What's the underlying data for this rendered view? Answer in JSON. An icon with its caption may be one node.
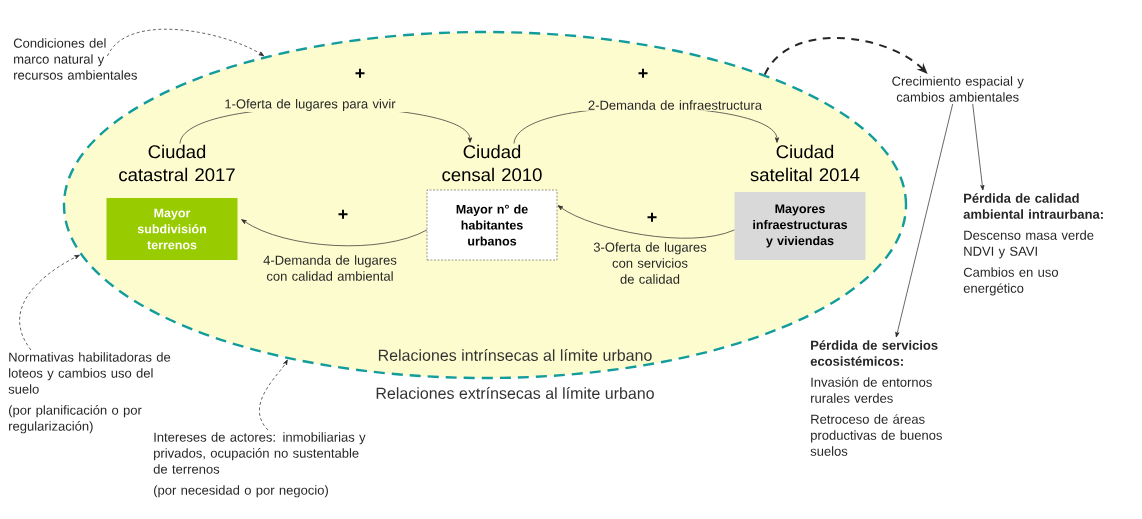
{
  "diagram": {
    "nodes": [
      {
        "text": [
          "Relaciones intrínsecas al límite urbano"
        ]
      },
      {
        "text": [
          "Ciudad catastral 2017"
        ],
        "in": 0
      },
      {
        "text": [
          "Ciudad censal 2010"
        ],
        "in": 0
      },
      {
        "text": [
          "Ciudad satelital 2014"
        ],
        "in": 0
      },
      {
        "text": [
          "Mayor subdivisión terrenos"
        ],
        "in": 0
      },
      {
        "text": [
          "Mayor n° de habitantes urbanos"
        ],
        "in": 0
      },
      {
        "text": [
          "Mayores infraestructuras y viviendas"
        ],
        "in": 0
      },
      {
        "text": [
          "Condiciones del marco natural y recursos ambientales"
        ]
      },
      {
        "text": [
          "Crecimiento espacial y cambios ambientales"
        ]
      },
      {
        "text": [
          "Pérdida de calidad ambiental intraurbana:",
          "Descenso masa verde NDVI y SAVI",
          "Cambios en uso energético"
        ]
      },
      {
        "text": [
          "Normativas habilitadoras de loteos y cambios uso del suelo",
          "(por planificación o por regularización)"
        ]
      },
      {
        "text": [
          "Intereses de actores: inmobiliarias y privados, ocupación no sustentable de terrenos",
          "(por necesidad o por negocio)"
        ]
      },
      {
        "text": [
          "Pérdida de servicios ecosistémicos:",
          "Invasión de entornos rurales verdes",
          "Retroceso de áreas productivas de buenos suelos"
        ]
      }
    ],
    "edges": [
      {
        "from": 1,
        "to": 2,
        "arrow": "to",
        "label": "1-Oferta de lugares para vivir"
      },
      {
        "from": 2,
        "to": 3,
        "arrow": "to",
        "label": "2-Demanda de infraestructura"
      },
      {
        "from": 6,
        "to": 5,
        "arrow": "to",
        "label": "3-Oferta de lugares con servicios de calidad"
      },
      {
        "from": 5,
        "to": 4,
        "arrow": "to",
        "label": "4-Demanda de lugares con calidad ambiental"
      },
      {
        "from": 7,
        "to": 0,
        "arrow": "to",
        "style": "dashed"
      },
      {
        "from": 10,
        "to": 0,
        "arrow": "to",
        "style": "dashed"
      },
      {
        "from": 11,
        "to": 0,
        "arrow": "to",
        "style": "dashed"
      },
      {
        "from": 0,
        "to": 8,
        "arrow": "to",
        "style": "dashed"
      },
      {
        "from": 8,
        "to": 12,
        "arrow": "to"
      },
      {
        "from": 8,
        "to": 9,
        "arrow": "to"
      }
    ],
    "labels": [
      "+",
      "+",
      "+",
      "+",
      "Relaciones extrínsecas al límite urbano"
    ]
  }
}
